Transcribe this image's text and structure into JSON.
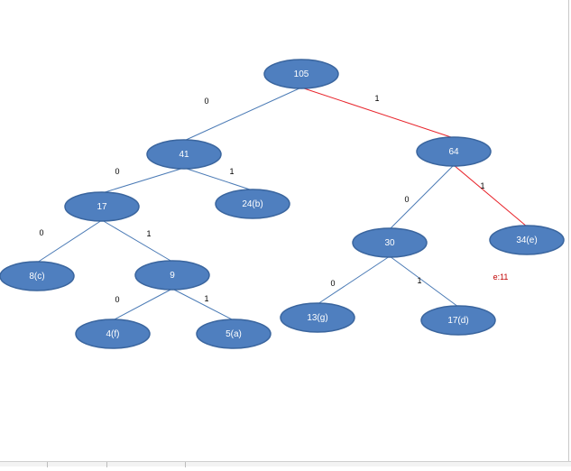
{
  "colors": {
    "node_fill": "#4f7fbf",
    "node_stroke": "#3a659e",
    "edge": "#4a7ab5",
    "highlight": "#e8242b",
    "note": "#c00000"
  },
  "tree": {
    "nodes": [
      {
        "id": "n105",
        "label": "105"
      },
      {
        "id": "n41",
        "label": "41"
      },
      {
        "id": "n64",
        "label": "64"
      },
      {
        "id": "n17",
        "label": "17"
      },
      {
        "id": "n24b",
        "label": "24(b)"
      },
      {
        "id": "n30",
        "label": "30"
      },
      {
        "id": "n34e",
        "label": "34(e)"
      },
      {
        "id": "n8c",
        "label": "8(c)"
      },
      {
        "id": "n9",
        "label": "9"
      },
      {
        "id": "n13g",
        "label": "13(g)"
      },
      {
        "id": "n17d",
        "label": "17(d)"
      },
      {
        "id": "n4f",
        "label": "4(f)"
      },
      {
        "id": "n5a",
        "label": "5(a)"
      }
    ],
    "edges": [
      {
        "from": "n105",
        "to": "n41",
        "label": "0",
        "highlight": false
      },
      {
        "from": "n105",
        "to": "n64",
        "label": "1",
        "highlight": true
      },
      {
        "from": "n41",
        "to": "n17",
        "label": "0",
        "highlight": false
      },
      {
        "from": "n41",
        "to": "n24b",
        "label": "1",
        "highlight": false
      },
      {
        "from": "n64",
        "to": "n30",
        "label": "0",
        "highlight": false
      },
      {
        "from": "n64",
        "to": "n34e",
        "label": "1",
        "highlight": true
      },
      {
        "from": "n17",
        "to": "n8c",
        "label": "0",
        "highlight": false
      },
      {
        "from": "n17",
        "to": "n9",
        "label": "1",
        "highlight": false
      },
      {
        "from": "n30",
        "to": "n13g",
        "label": "0",
        "highlight": false
      },
      {
        "from": "n30",
        "to": "n17d",
        "label": "1",
        "highlight": false
      },
      {
        "from": "n9",
        "to": "n4f",
        "label": "0",
        "highlight": false
      },
      {
        "from": "n9",
        "to": "n5a",
        "label": "1",
        "highlight": false
      }
    ],
    "note": "e:11"
  }
}
